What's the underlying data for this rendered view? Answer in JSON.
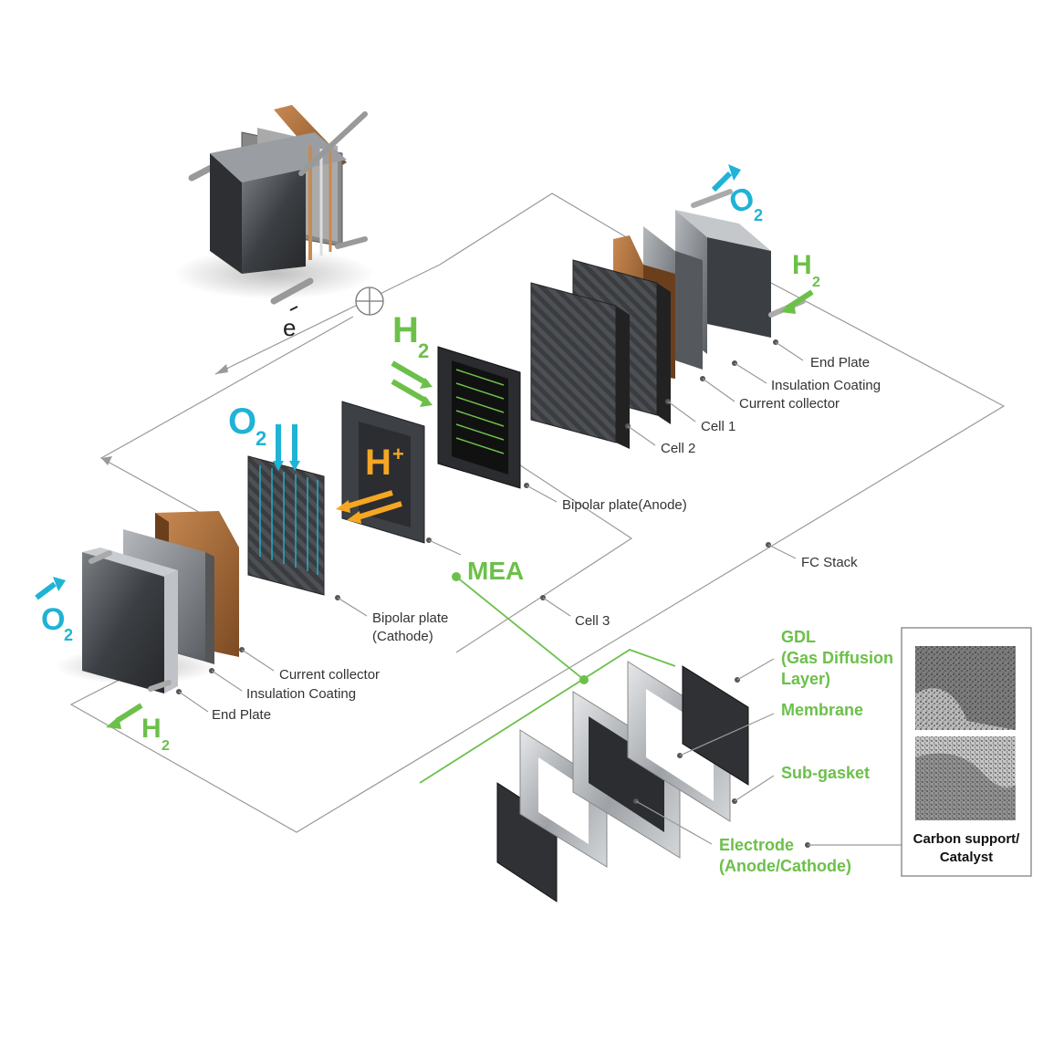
{
  "labels": {
    "end_plate_right": "End Plate",
    "insulation_right": "Insulation Coating",
    "current_collector_right": "Current collector",
    "cell1": "Cell 1",
    "cell2": "Cell 2",
    "bipolar_anode": "Bipolar plate(Anode)",
    "fc_stack": "FC Stack",
    "mea": "MEA",
    "bipolar_cathode_1": "Bipolar plate",
    "bipolar_cathode_2": "(Cathode)",
    "cell3": "Cell 3",
    "current_collector_left": "Current collector",
    "insulation_left": "Insulation Coating",
    "end_plate_left": "End Plate",
    "gdl_1": "GDL",
    "gdl_2": "(Gas Diffusion",
    "gdl_3": "Layer)",
    "membrane": "Membrane",
    "sub_gasket": "Sub-gasket",
    "electrode_1": "Electrode",
    "electrode_2": "(Anode/Cathode)",
    "carbon_1": "Carbon support/",
    "carbon_2": "Catalyst"
  },
  "gases": {
    "o2": "O",
    "o2_sub": "2",
    "h2": "H",
    "h2_sub": "2",
    "proton": "H",
    "proton_sup": "+"
  },
  "electron_symbol": "e",
  "colors": {
    "oxygen": "#1fb3d6",
    "hydrogen": "#6cc04a",
    "proton": "#f5a623",
    "copper": "#b8733f"
  }
}
